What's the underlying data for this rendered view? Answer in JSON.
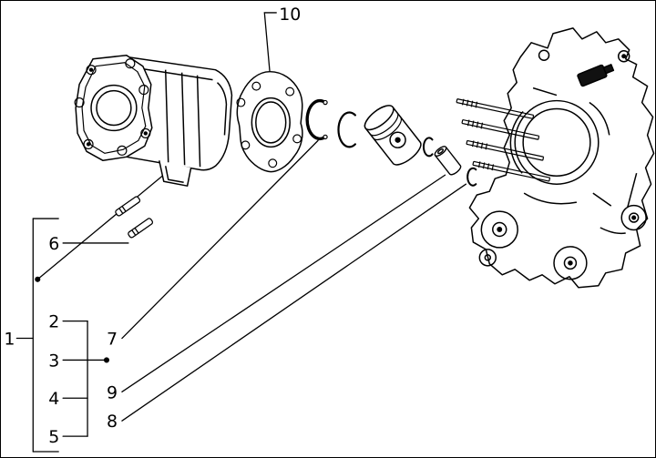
{
  "page": {
    "background": "#ffffff",
    "line_color": "#000000",
    "border_color": "#000000"
  },
  "diagram": {
    "kind": "exploded-parts-diagram",
    "callouts": {
      "n1": "1",
      "n2": "2",
      "n3": "3",
      "n4": "4",
      "n5": "5",
      "n6": "6",
      "n7": "7",
      "n8": "8",
      "n9": "9",
      "n10": "10"
    }
  }
}
